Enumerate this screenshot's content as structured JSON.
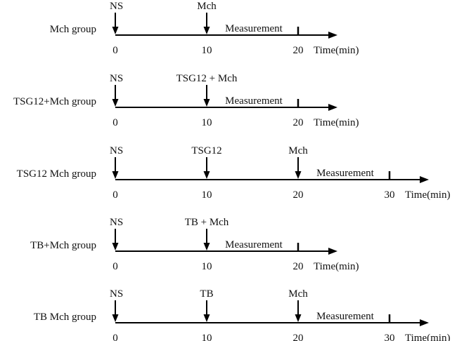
{
  "diagram": {
    "time_unit_label": "Time(min)",
    "groups": [
      {
        "label": "Mch group",
        "ticks": [
          "0",
          "10",
          "20"
        ],
        "events": [
          {
            "time": "0",
            "label": "NS"
          },
          {
            "time": "10",
            "label": "Mch"
          }
        ],
        "measurement": {
          "start": "10",
          "end": "20",
          "label": "Measurement"
        }
      },
      {
        "label": "TSG12+Mch group",
        "ticks": [
          "0",
          "10",
          "20"
        ],
        "events": [
          {
            "time": "0",
            "label": "NS"
          },
          {
            "time": "10",
            "label": "TSG12 + Mch"
          }
        ],
        "measurement": {
          "start": "10",
          "end": "20",
          "label": "Measurement"
        }
      },
      {
        "label": "TSG12 Mch group",
        "ticks": [
          "0",
          "10",
          "20",
          "30"
        ],
        "events": [
          {
            "time": "0",
            "label": "NS"
          },
          {
            "time": "10",
            "label": "TSG12"
          },
          {
            "time": "20",
            "label": "Mch"
          }
        ],
        "measurement": {
          "start": "20",
          "end": "30",
          "label": "Measurement"
        }
      },
      {
        "label": "TB+Mch group",
        "ticks": [
          "0",
          "10",
          "20"
        ],
        "events": [
          {
            "time": "0",
            "label": "NS"
          },
          {
            "time": "10",
            "label": "TB + Mch"
          }
        ],
        "measurement": {
          "start": "10",
          "end": "20",
          "label": "Measurement"
        }
      },
      {
        "label": "TB Mch group",
        "ticks": [
          "0",
          "10",
          "20",
          "30"
        ],
        "events": [
          {
            "time": "0",
            "label": "NS"
          },
          {
            "time": "10",
            "label": "TB"
          },
          {
            "time": "20",
            "label": "Mch"
          }
        ],
        "measurement": {
          "start": "20",
          "end": "30",
          "label": "Measurement"
        }
      }
    ]
  }
}
